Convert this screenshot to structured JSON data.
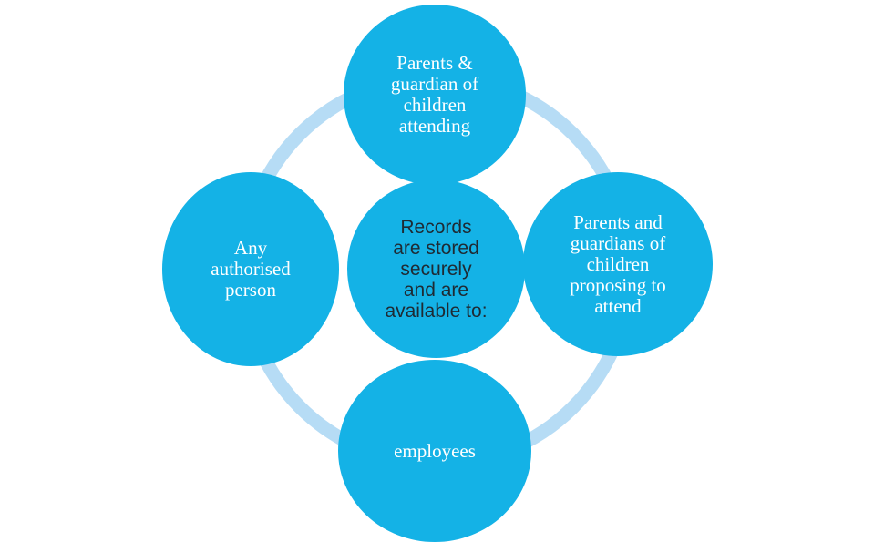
{
  "colors": {
    "node_fill": "#14b2e6",
    "ring": "#b6dcf5",
    "node_text": "#ffffff",
    "center_text": "#1f2a33"
  },
  "diagram": {
    "center": "Records\nare stored\nsecurely\nand are\navailable to:",
    "nodes": {
      "top": "Parents &\nguardian of\nchildren\nattending",
      "right": "Parents and\nguardians of\nchildren\nproposing to\nattend",
      "bottom": "employees",
      "left": "Any\nauthorised\nperson"
    }
  }
}
